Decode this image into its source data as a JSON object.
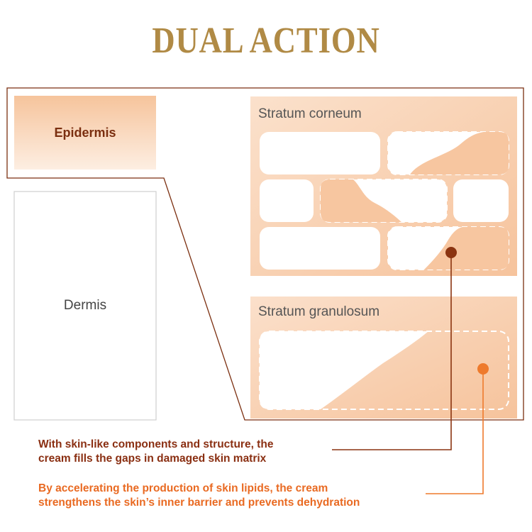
{
  "title": "DUAL ACTION",
  "layers": {
    "epidermis": "Epidermis",
    "dermis": "Dermis",
    "stratum_corneum": "Stratum corneum",
    "stratum_granulosum": "Stratum granulosum"
  },
  "captions": {
    "matrix_line1": "With skin-like components and structure, the",
    "matrix_line2": "cream fills the gaps in damaged skin matrix",
    "lipids_line1": "By accelerating the production of skin lipids, the cream",
    "lipids_line2": "strengthens the skin’s inner barrier and prevents dehydration"
  },
  "colors": {
    "title": "#b08a45",
    "outline": "#7b2f10",
    "peach": "#f6c9a4",
    "peach_light": "#fbe3d1",
    "marker_dark": "#8b3410",
    "marker_orange": "#ee7a2c"
  }
}
